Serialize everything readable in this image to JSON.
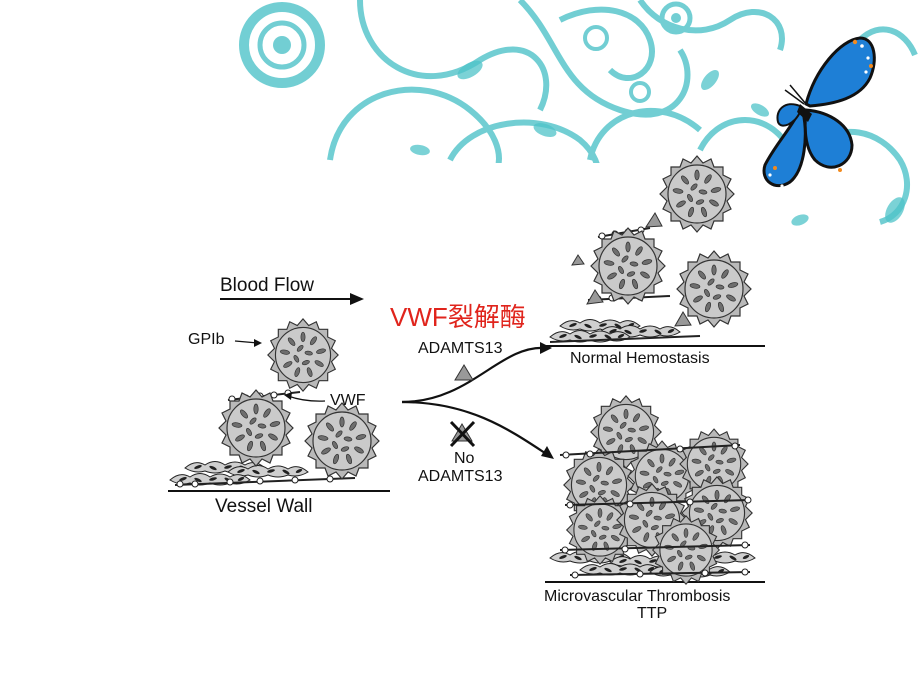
{
  "diagram": {
    "blood_flow": "Blood Flow",
    "gpib": "GPIb",
    "vwf": "VWF",
    "vessel_wall": "Vessel Wall",
    "enzyme_cn": "VWF裂解酶",
    "adamts13": "ADAMTS13",
    "no": "No",
    "no_adamts13": "ADAMTS13",
    "normal": "Normal Hemostasis",
    "micro": "Microvascular Thrombosis",
    "ttp": "TTP"
  },
  "colors": {
    "teal": "#4fc3c9",
    "platelet_fill": "#c6c6c6",
    "red_label": "#e0241c",
    "butterfly_blue": "#1e7fd6"
  },
  "icons": [
    "swirl-decoration",
    "butterfly-icon",
    "platelet-icon",
    "blood-flow-arrow",
    "blocked-cross-icon"
  ]
}
